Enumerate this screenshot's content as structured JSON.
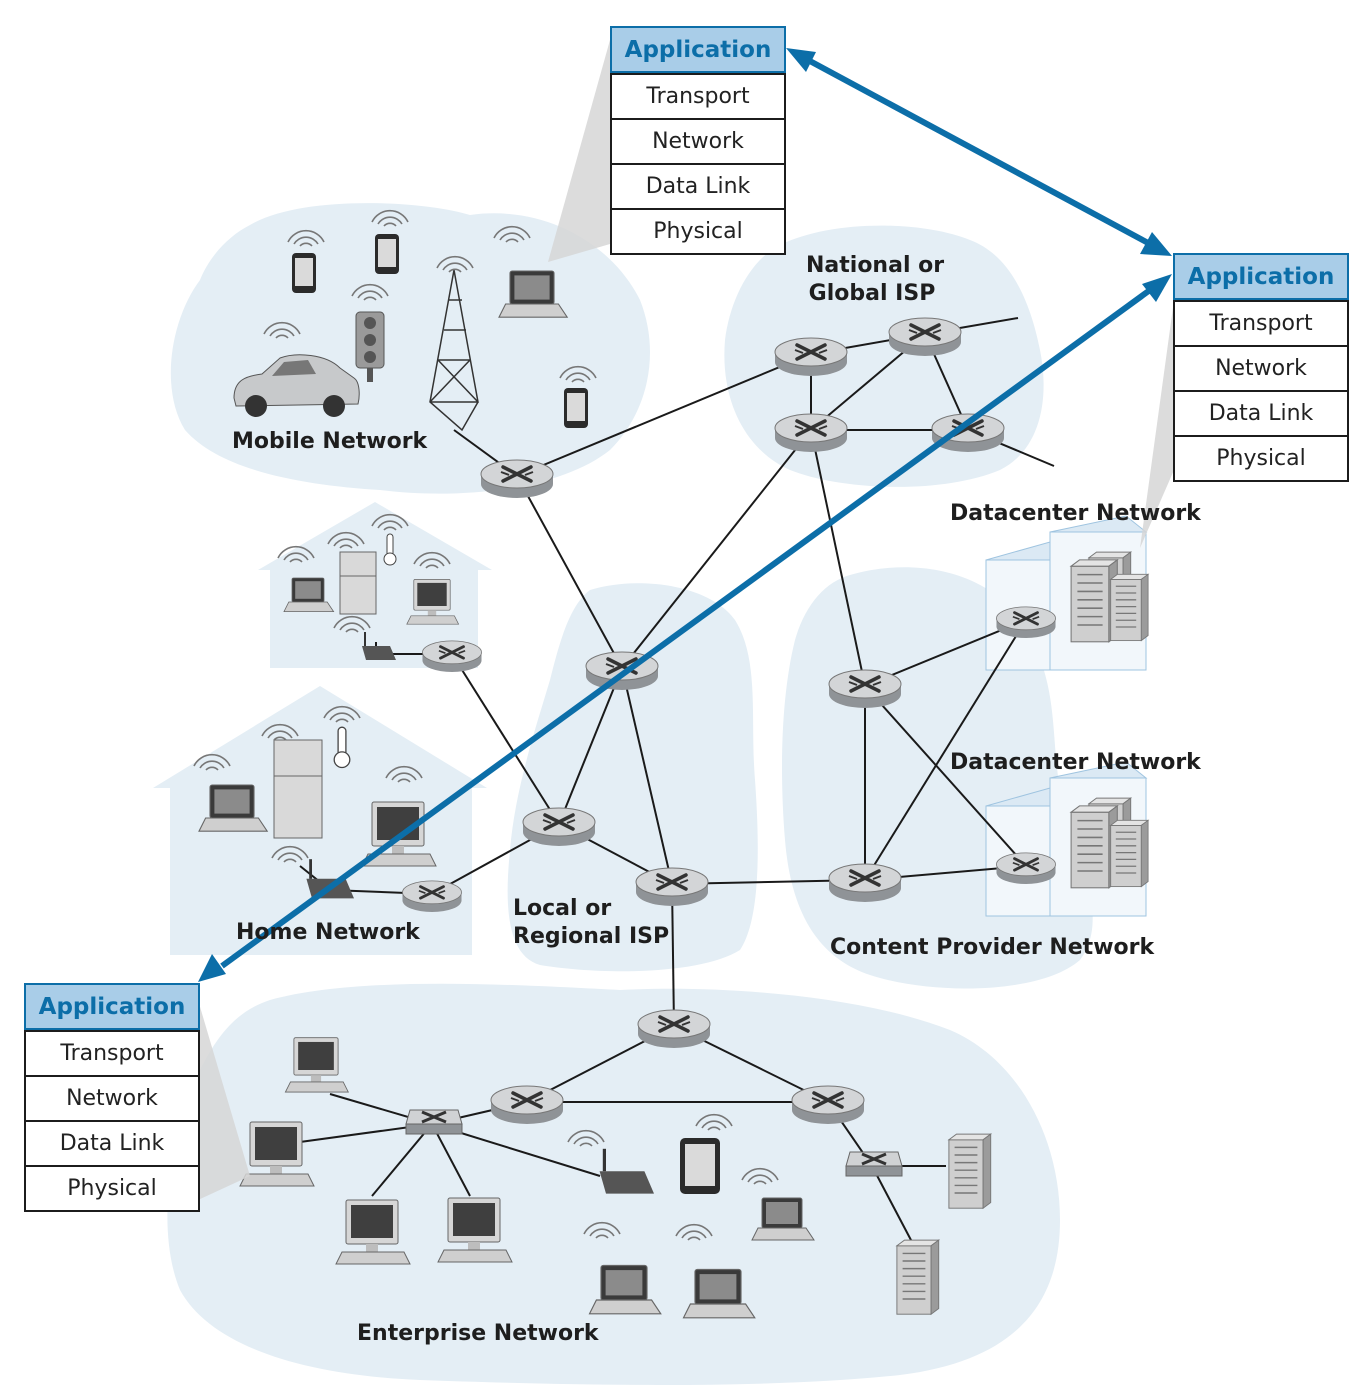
{
  "stacks": [
    {
      "layers": [
        "Application",
        "Transport",
        "Network",
        "Data Link",
        "Physical"
      ]
    },
    {
      "layers": [
        "Application",
        "Transport",
        "Network",
        "Data Link",
        "Physical"
      ]
    },
    {
      "layers": [
        "Application",
        "Transport",
        "Network",
        "Data Link",
        "Physical"
      ]
    }
  ],
  "regions": {
    "mobile": "Mobile Network",
    "national_line1": "National or",
    "national_line2": "Global ISP",
    "datacenter_top": "Datacenter Network",
    "datacenter_bottom": "Datacenter Network",
    "home": "Home Network",
    "local_line1": "Local or",
    "local_line2": "Regional ISP",
    "content": "Content Provider Network",
    "enterprise": "Enterprise Network"
  },
  "colors": {
    "cloud": "#e4eef5",
    "arrow": "#0c6ea8",
    "app_fill": "#a9cde8",
    "router": "#b9bcbf",
    "link": "#1a1a1a"
  },
  "icons": [
    "router-icon",
    "switch-icon",
    "laptop-icon",
    "desktop-icon",
    "server-icon",
    "phone-icon",
    "tablet-icon",
    "car-icon",
    "traffic-light-icon",
    "cell-tower-icon",
    "fridge-icon",
    "thermometer-icon",
    "wifi-router-icon"
  ]
}
